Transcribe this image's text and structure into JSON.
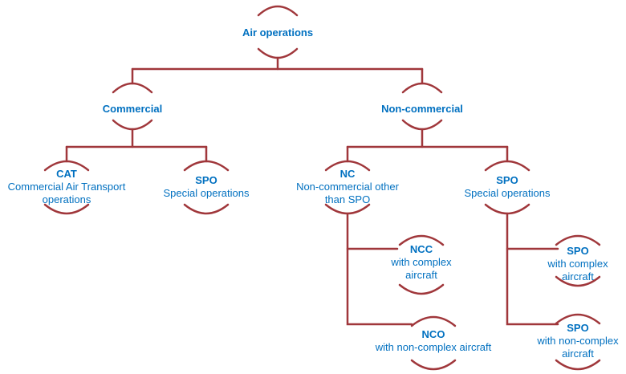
{
  "colors": {
    "connector": "#a0373b",
    "text": "#0070c0",
    "background": "#ffffff"
  },
  "nodes": {
    "air": {
      "title": "Air operations"
    },
    "commercial": {
      "title": "Commercial"
    },
    "noncommercial": {
      "title": "Non-commercial"
    },
    "cat": {
      "title": "CAT",
      "lines": [
        "Commercial Air Transport",
        "operations"
      ]
    },
    "spo_c": {
      "title": "SPO",
      "lines": [
        "Special operations"
      ]
    },
    "nc": {
      "title": "NC",
      "lines": [
        "Non-commercial other",
        "than SPO"
      ]
    },
    "spo_nc": {
      "title": "SPO",
      "lines": [
        "Special operations"
      ]
    },
    "ncc": {
      "title": "NCC",
      "lines": [
        "with complex",
        "aircraft"
      ]
    },
    "nco": {
      "title": "NCO",
      "lines": [
        "with non-complex aircraft"
      ]
    },
    "spo_complex": {
      "title": "SPO",
      "lines": [
        "with complex",
        "aircraft"
      ]
    },
    "spo_noncomplex": {
      "title": "SPO",
      "lines": [
        "with non-complex",
        "aircraft"
      ]
    }
  }
}
